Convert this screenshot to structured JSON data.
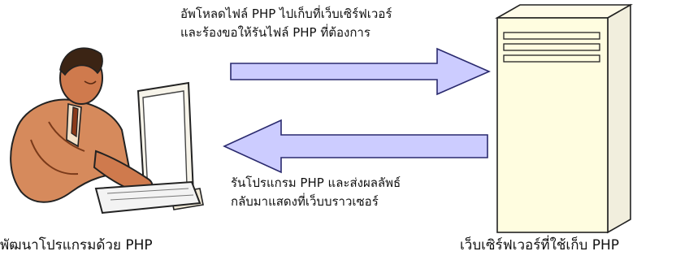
{
  "upload": {
    "line1": "อัพโหลดไฟล์ PHP ไปเก็บที่เว็บเซิร์ฟเวอร์",
    "line2": "และร้องขอให้รันไฟล์ PHP ที่ต้องการ"
  },
  "response": {
    "line1": "รันโปรแกรม PHP และส่งผลลัพธ์",
    "line2": "กลับมาแสดงที่เว็บบราวเซอร์"
  },
  "captions": {
    "developer": "พัฒนาโปรแกรมด้วย PHP",
    "server": "เว็บเซิร์ฟเวอร์ที่ใช้เก็บ PHP"
  },
  "colors": {
    "arrow_fill": "#ccccff",
    "arrow_stroke": "#2a2a6e",
    "skin": "#c8754a",
    "server_fill": "#fffde0"
  }
}
